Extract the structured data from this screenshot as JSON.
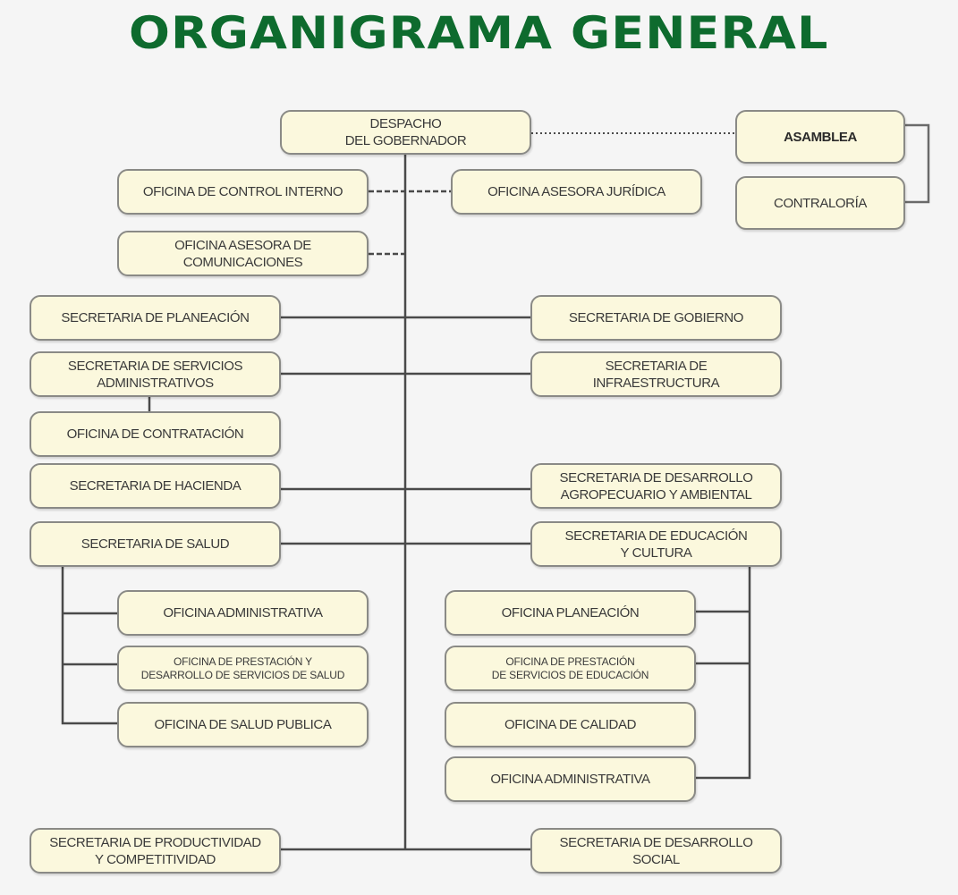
{
  "title": "ORGANIGRAMA GENERAL",
  "colors": {
    "title": "#0e6b2e",
    "box_fill": "#fbf8dd",
    "box_border": "#8a8a86",
    "line": "#4a4a4a"
  },
  "nodes": {
    "despacho": "DESPACHO\nDEL GOBERNADOR",
    "asamblea": "ASAMBLEA",
    "contraloria": "CONTRALORÍA",
    "control_interno": "OFICINA DE CONTROL INTERNO",
    "asesora_juridica": "OFICINA ASESORA JURÍDICA",
    "asesora_comunicaciones": "OFICINA ASESORA DE\nCOMUNICACIONES",
    "sec_planeacion": "SECRETARIA DE PLANEACIÓN",
    "sec_gobierno": "SECRETARIA DE GOBIERNO",
    "sec_servicios_adm": "SECRETARIA DE SERVICIOS\nADMINISTRATIVOS",
    "sec_infraestructura": "SECRETARIA DE\nINFRAESTRUCTURA",
    "of_contratacion": "OFICINA DE CONTRATACIÓN",
    "sec_hacienda": "SECRETARIA DE HACIENDA",
    "sec_desarrollo_agro": "SECRETARIA DE DESARROLLO\nAGROPECUARIO Y AMBIENTAL",
    "sec_salud": "SECRETARIA DE SALUD",
    "sec_educacion": "SECRETARIA DE EDUCACIÓN\nY CULTURA",
    "salud_of_administrativa": "OFICINA ADMINISTRATIVA",
    "salud_of_prestacion": "OFICINA DE PRESTACIÓN Y\nDESARROLLO DE SERVICIOS DE SALUD",
    "salud_of_salud_publica": "OFICINA DE SALUD PUBLICA",
    "edu_of_planeacion": "OFICINA PLANEACIÓN",
    "edu_of_prestacion": "OFICINA DE PRESTACIÓN\nDE SERVICIOS DE EDUCACIÓN",
    "edu_of_calidad": "OFICINA DE CALIDAD",
    "edu_of_administrativa": "OFICINA ADMINISTRATIVA",
    "sec_productividad": "SECRETARIA DE PRODUCTIVIDAD\nY COMPETITIVIDAD",
    "sec_desarrollo_social": "SECRETARIA DE DESARROLLO\nSOCIAL"
  }
}
